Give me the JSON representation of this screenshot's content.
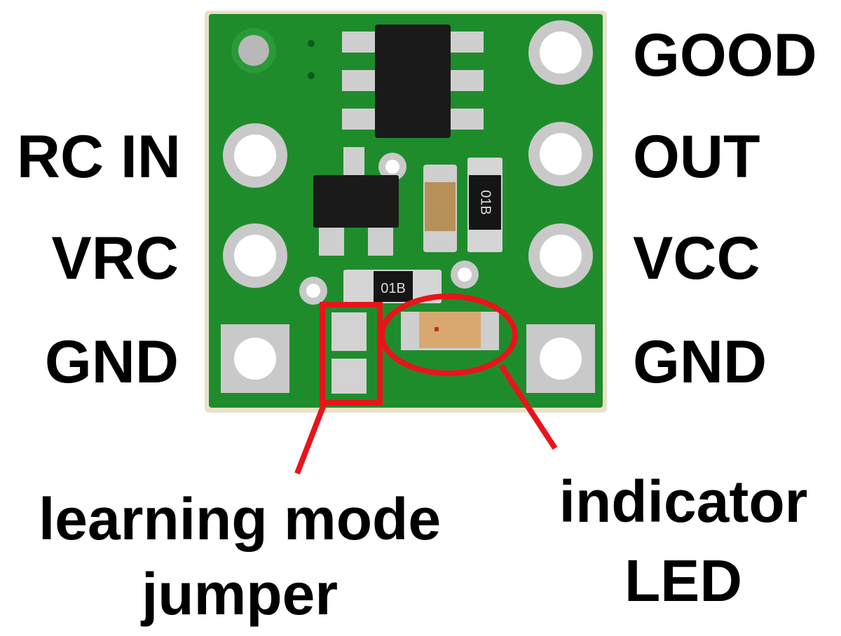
{
  "pins_left": [
    "RC IN",
    "VRC",
    "GND"
  ],
  "pins_right": [
    "GOOD",
    "OUT",
    "VCC",
    "GND"
  ],
  "callouts": {
    "jumper": {
      "line1": "learning mode",
      "line2": "jumper"
    },
    "led": {
      "line1": "indicator",
      "line2": "LED"
    }
  },
  "component_markings": {
    "resistor_1": "01B",
    "resistor_2": "01B"
  },
  "colors": {
    "board": "#1f8c2c",
    "annotation": "#e8141a",
    "pad": "#c9c9c9",
    "chip": "#1a1a1a"
  }
}
